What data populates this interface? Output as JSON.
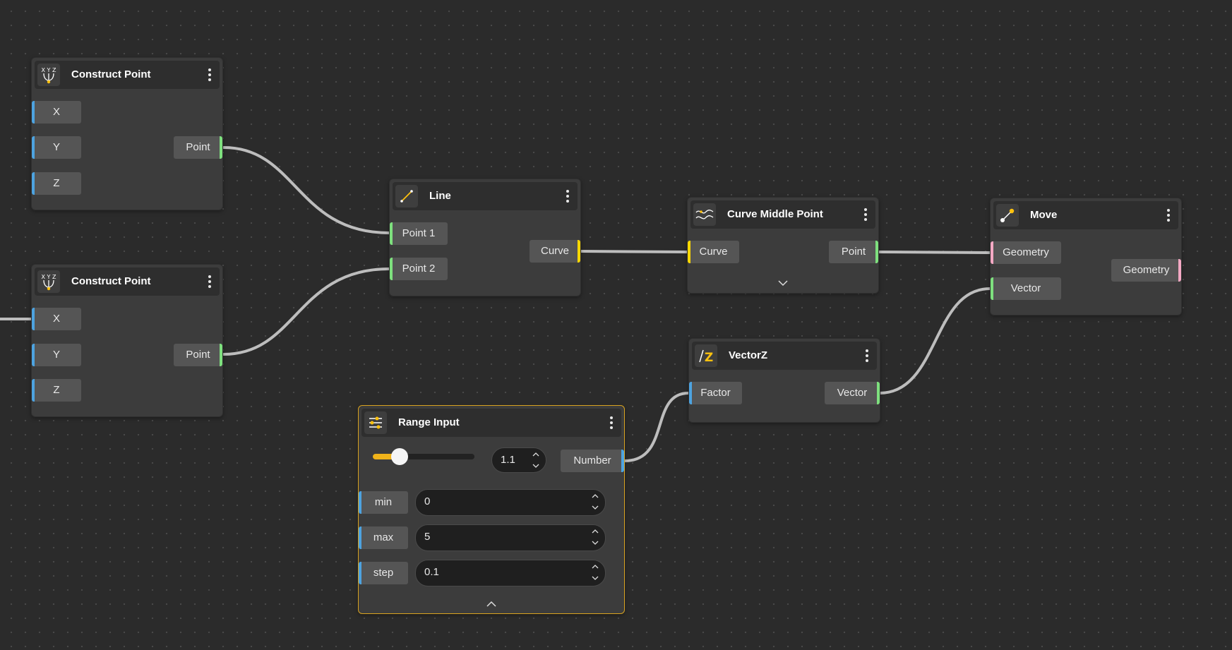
{
  "nodes": {
    "construct_point_1": {
      "title": "Construct Point",
      "inputs": [
        "X",
        "Y",
        "Z"
      ],
      "output": "Point"
    },
    "construct_point_2": {
      "title": "Construct Point",
      "inputs": [
        "X",
        "Y",
        "Z"
      ],
      "output": "Point"
    },
    "line": {
      "title": "Line",
      "inputs": [
        "Point 1",
        "Point 2"
      ],
      "output": "Curve"
    },
    "curve_middle_point": {
      "title": "Curve Middle Point",
      "inputs": [
        "Curve"
      ],
      "output": "Point"
    },
    "move": {
      "title": "Move",
      "inputs": [
        "Geometry",
        "Vector"
      ],
      "output": "Geometry"
    },
    "vector_z": {
      "title": "VectorZ",
      "inputs": [
        "Factor"
      ],
      "output": "Vector"
    },
    "range_input": {
      "title": "Range Input",
      "value": "1.1",
      "output": "Number",
      "slider_fraction": 0.22,
      "min_label": "min",
      "min_value": "0",
      "max_label": "max",
      "max_value": "5",
      "step_label": "step",
      "step_value": "0.1"
    }
  },
  "port_colors": {
    "number": "#4da3e0",
    "point": "#7ee07e",
    "curve": "#ffd800",
    "geometry": "#f4a9c4",
    "vector": "#7ee07e"
  },
  "accent": "#d9a320",
  "icons": {
    "construct_point": "xyz-point-icon",
    "line": "line-segment-icon",
    "curve_middle_point": "curve-midpoint-icon",
    "move": "move-icon",
    "vector_z": "vector-z-icon",
    "range_input": "sliders-icon"
  }
}
